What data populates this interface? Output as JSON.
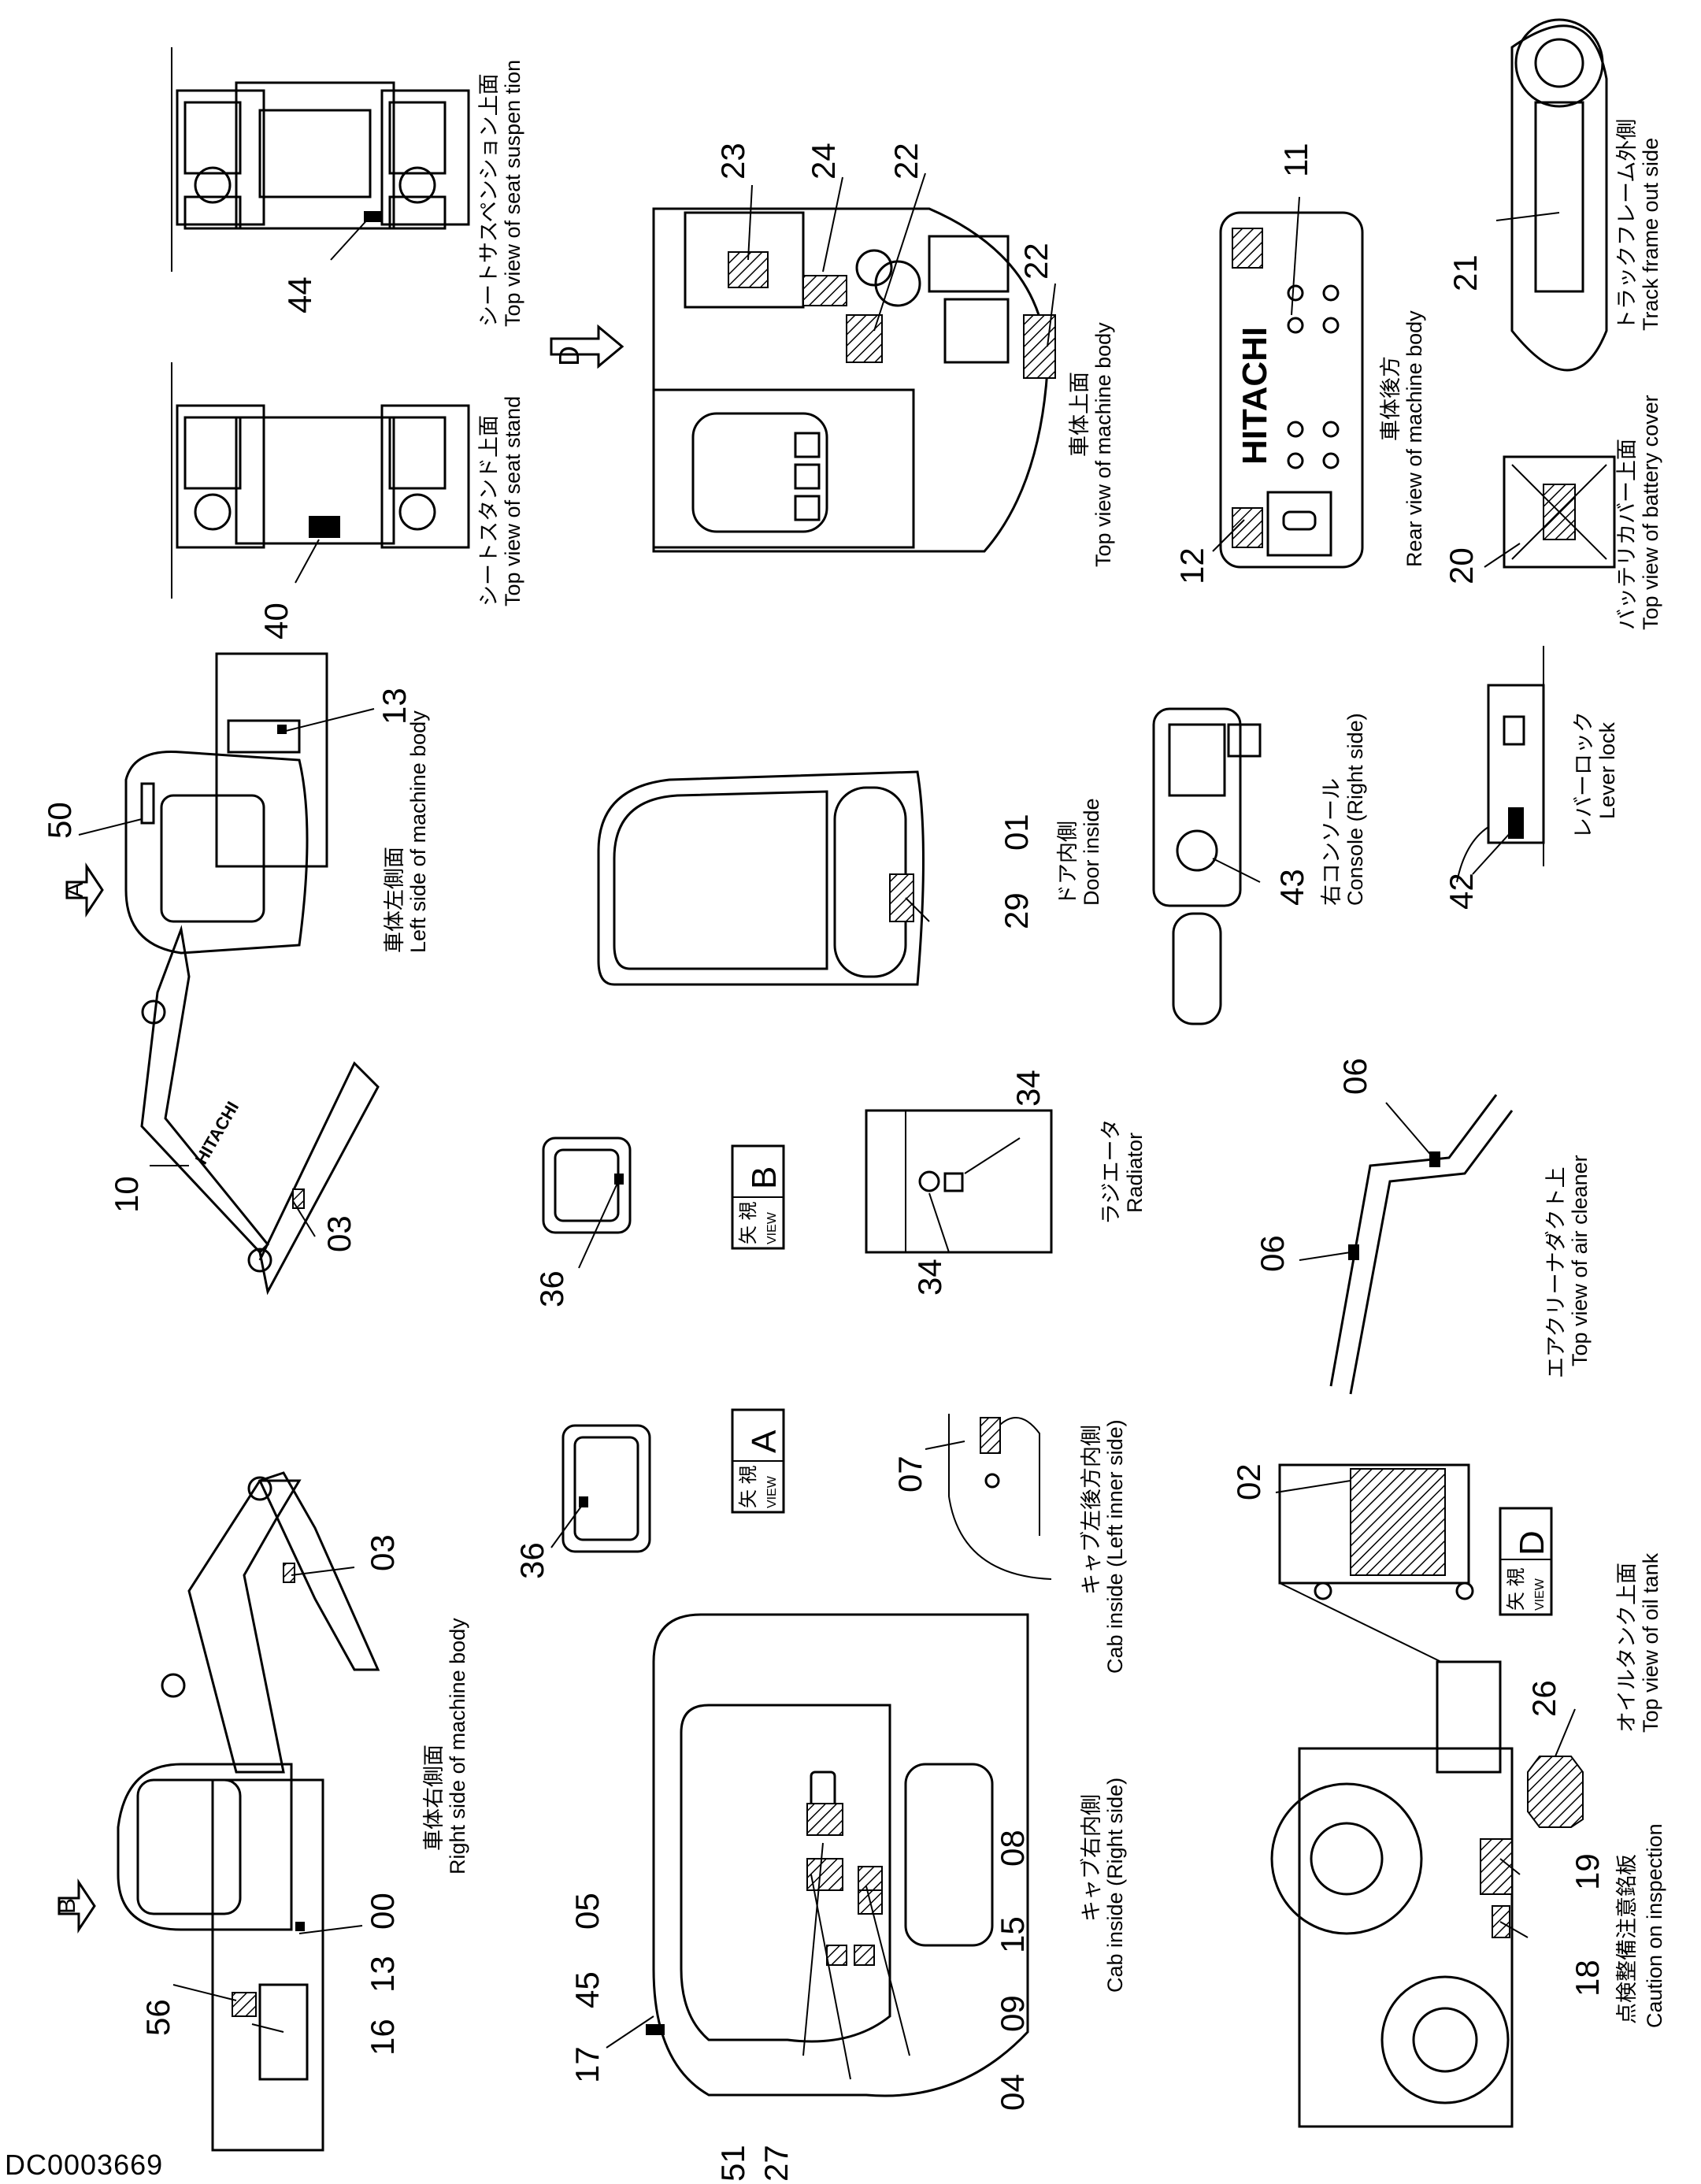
{
  "document_id": "DC0003669",
  "views": [
    {
      "key": "seat_suspension",
      "jp": "シートサスペンション上面",
      "en": "Top view of seat suspen tion"
    },
    {
      "key": "seat_stand",
      "jp": "シートスタンド上面",
      "en": "Top view of seat stand"
    },
    {
      "key": "machine_top",
      "jp": "車体上面",
      "en": "Top view of machine body"
    },
    {
      "key": "machine_rear",
      "jp": "車体後方",
      "en": "Rear view of  machine body"
    },
    {
      "key": "track_frame",
      "jp": "トラックフレーム外側",
      "en": "Track frame out side"
    },
    {
      "key": "battery_cover",
      "jp": "バッテリカバー上面",
      "en": "Top view of battery cover"
    },
    {
      "key": "left_side",
      "jp": "車体左側面",
      "en": "Left side of machine body"
    },
    {
      "key": "door_inside",
      "jp": "ドア内側",
      "en": "Door inside"
    },
    {
      "key": "console",
      "jp": "右コンソール",
      "en": "Console (Right side)"
    },
    {
      "key": "lever_lock",
      "jp": "レバーロック",
      "en": "Lever lock"
    },
    {
      "key": "radiator",
      "jp": "ラジエータ",
      "en": "Radiator"
    },
    {
      "key": "air_cleaner",
      "jp": "エアクリーナダクト上",
      "en": "Top view of air cleaner"
    },
    {
      "key": "cab_left_inner",
      "jp": "キャブ左後方内側",
      "en": "Cab inside (Left inner side)"
    },
    {
      "key": "right_side",
      "jp": "車体右側面",
      "en": "Right side of machine body"
    },
    {
      "key": "cab_right",
      "jp": "キャブ右内側",
      "en": "Cab inside (Right side)"
    },
    {
      "key": "oil_tank",
      "jp": "オイルタンク上面",
      "en": "Top view of oil tank"
    },
    {
      "key": "inspection",
      "jp": "点検整備注意銘板",
      "en": "Caution on inspection"
    }
  ],
  "view_markers": [
    {
      "letter": "A",
      "prefix": "矢 視",
      "word": "VIEW"
    },
    {
      "letter": "B",
      "prefix": "矢 視",
      "word": "VIEW"
    },
    {
      "letter": "D",
      "prefix": "矢 視",
      "word": "VIEW"
    }
  ],
  "arrow_letters": [
    "A",
    "B",
    "D"
  ],
  "brand": "HITACHI",
  "callouts": [
    "44",
    "40",
    "23",
    "24",
    "22",
    "22",
    "11",
    "12",
    "21",
    "20",
    "50",
    "13",
    "10",
    "03",
    "36",
    "B",
    "01",
    "29",
    "43",
    "42",
    "34",
    "34",
    "06",
    "06",
    "03",
    "36",
    "A",
    "07",
    "02",
    "D",
    "56",
    "16",
    "13",
    "00",
    "17",
    "45",
    "05",
    "15",
    "08",
    "09",
    "04",
    "51",
    "27",
    "26",
    "18",
    "19"
  ]
}
